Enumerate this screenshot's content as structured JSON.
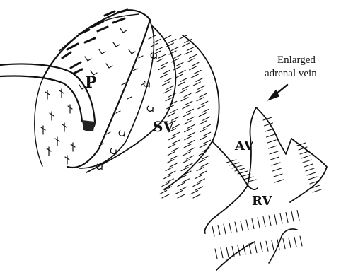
{
  "labels": {
    "pancreas": "P",
    "splenic_vein": "SV",
    "adrenal_vein": "AV",
    "renal_vein": "RV"
  },
  "annotation": {
    "line1": "Enlarged",
    "line2": "adrenal vein"
  }
}
